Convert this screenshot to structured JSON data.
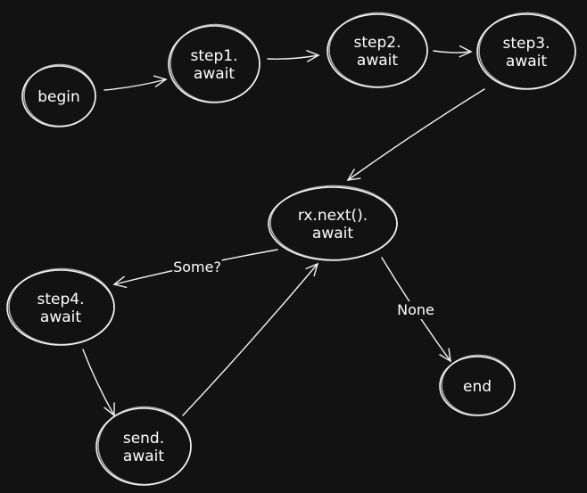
{
  "colors": {
    "background": "#121212",
    "stroke": "#f2f2f2",
    "text": "#ffffff"
  },
  "nodes": [
    {
      "id": "begin",
      "lines": [
        "begin"
      ]
    },
    {
      "id": "step1",
      "lines": [
        "step1.",
        "await"
      ]
    },
    {
      "id": "step2",
      "lines": [
        "step2.",
        "await"
      ]
    },
    {
      "id": "step3",
      "lines": [
        "step3.",
        "await"
      ]
    },
    {
      "id": "rx-next",
      "lines": [
        "rx.next().",
        "await"
      ]
    },
    {
      "id": "step4",
      "lines": [
        "step4.",
        "await"
      ]
    },
    {
      "id": "send",
      "lines": [
        "send.",
        "await"
      ]
    },
    {
      "id": "end",
      "lines": [
        "end"
      ]
    }
  ],
  "edges": [
    {
      "from": "begin",
      "to": "step1",
      "label": ""
    },
    {
      "from": "step1",
      "to": "step2",
      "label": ""
    },
    {
      "from": "step2",
      "to": "step3",
      "label": ""
    },
    {
      "from": "step3",
      "to": "rx-next",
      "label": ""
    },
    {
      "from": "rx-next",
      "to": "step4",
      "label": "Some?"
    },
    {
      "from": "step4",
      "to": "send",
      "label": ""
    },
    {
      "from": "send",
      "to": "rx-next",
      "label": ""
    },
    {
      "from": "rx-next",
      "to": "end",
      "label": "None"
    }
  ]
}
